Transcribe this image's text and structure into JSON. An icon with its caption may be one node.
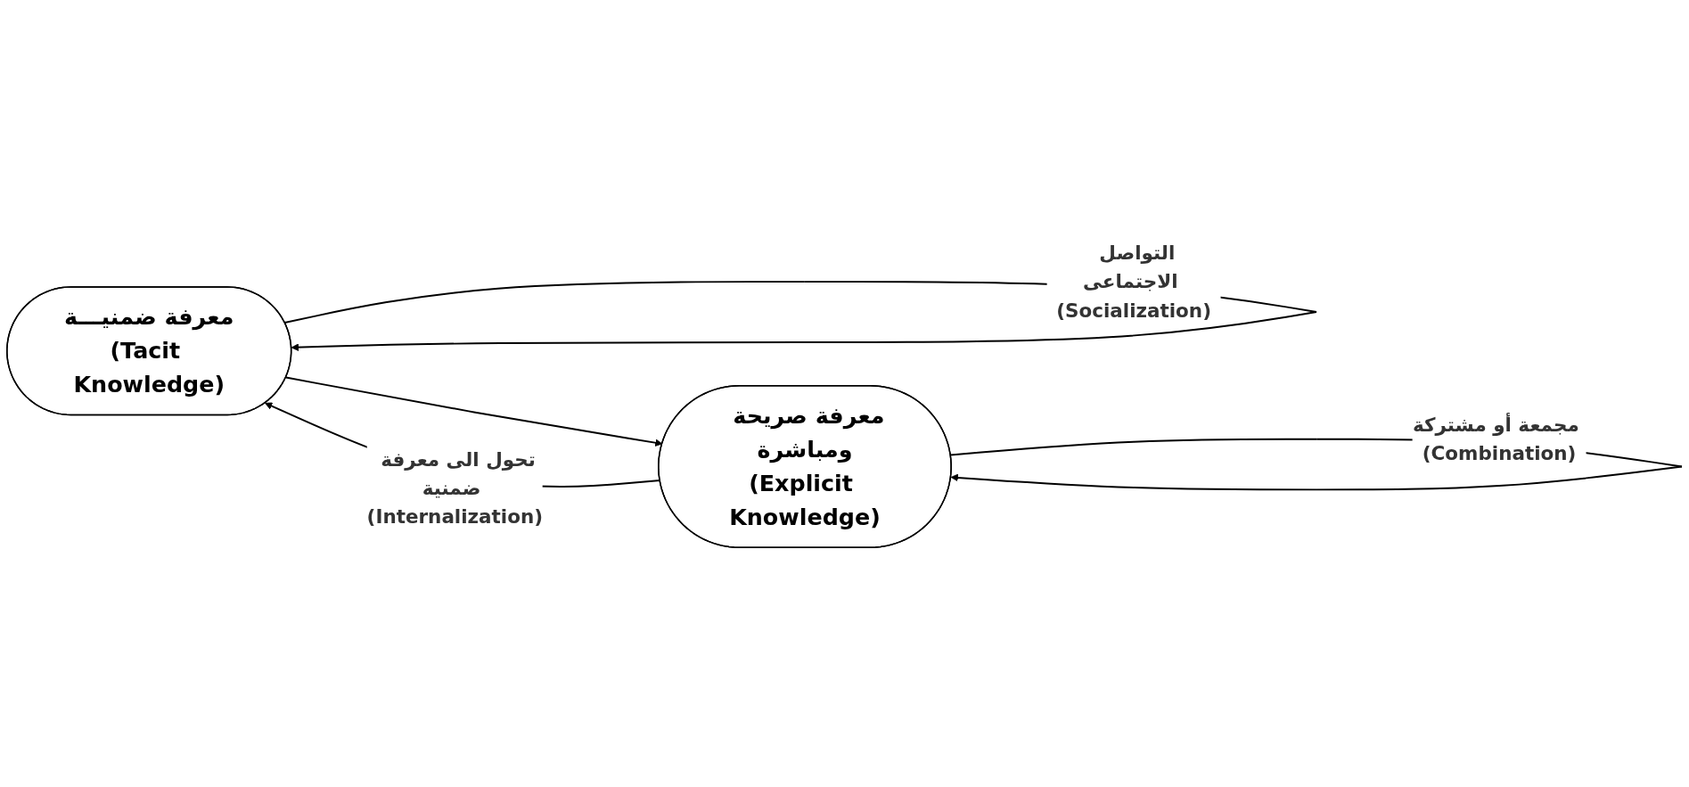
{
  "diagram": {
    "nodes": [
      {
        "text": [
          "معرفة ضمنيـــة",
          "(Tacit Knowledge)"
        ]
      },
      {
        "text": [
          "معرفة صريحة ومباشرة",
          "(Explicit Knowledge)"
        ]
      }
    ],
    "edges": [
      {
        "from": 0,
        "to": 1,
        "arrow": "to"
      },
      {
        "from": 0,
        "to": 0,
        "arrow": "to",
        "label": "التواصل الاجتماعى (Socialization)"
      },
      {
        "from": 1,
        "to": 1,
        "arrow": "to",
        "label": "مجمعة أو مشتركة (Combination)"
      },
      {
        "from": 1,
        "to": 0,
        "arrow": "to",
        "label": "تحول الى معرفة ضمنية (Internalization)"
      }
    ]
  }
}
